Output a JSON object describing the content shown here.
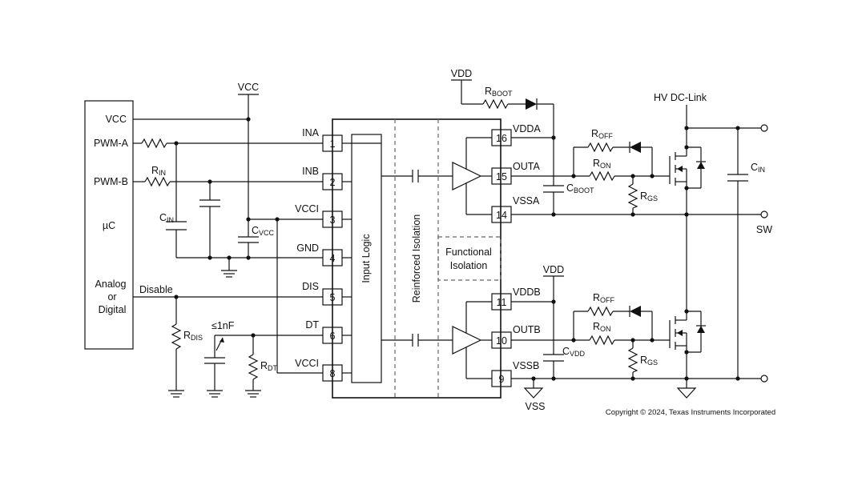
{
  "mcu": {
    "vcc": "VCC",
    "pwm_a": "PWM-A",
    "pwm_b": "PWM-B",
    "uc": "µC",
    "analog_or_digital": [
      "Analog",
      "or",
      "Digital"
    ]
  },
  "nets": {
    "vcc_top": "VCC",
    "vdd_boot": "VDD",
    "vdd_b": "VDD",
    "hv_dc_link": "HV DC-Link",
    "sw": "SW",
    "vss": "VSS",
    "disable": "Disable"
  },
  "components": {
    "r_in": "R",
    "r_in_sub": "IN",
    "c_in_left": "C",
    "c_in_left_sub": "IN",
    "c_vcc": "C",
    "c_vcc_sub": "VCC",
    "r_dis": "R",
    "r_dis_sub": "DIS",
    "c_dt": "≤1nF",
    "r_dt": "R",
    "r_dt_sub": "DT",
    "r_boot": "R",
    "r_boot_sub": "BOOT",
    "c_boot": "C",
    "c_boot_sub": "BOOT",
    "c_vdd": "C",
    "c_vdd_sub": "VDD",
    "r_off_a": "R",
    "r_off_a_sub": "OFF",
    "r_on_a": "R",
    "r_on_a_sub": "ON",
    "r_gs_a": "R",
    "r_gs_a_sub": "GS",
    "r_off_b": "R",
    "r_off_b_sub": "OFF",
    "r_on_b": "R",
    "r_on_b_sub": "ON",
    "r_gs_b": "R",
    "r_gs_b_sub": "GS",
    "c_in_right": "C",
    "c_in_right_sub": "IN"
  },
  "ic": {
    "input_logic": "Input Logic",
    "reinforced_isolation": "Reinforced Isolation",
    "functional_isolation": [
      "Functional",
      "Isolation"
    ],
    "left_pins": [
      {
        "num": "1",
        "name": "INA"
      },
      {
        "num": "2",
        "name": "INB"
      },
      {
        "num": "3",
        "name": "VCCI"
      },
      {
        "num": "4",
        "name": "GND"
      },
      {
        "num": "5",
        "name": "DIS"
      },
      {
        "num": "6",
        "name": "DT"
      },
      {
        "num": "8",
        "name": "VCCI"
      }
    ],
    "right_pins": [
      {
        "num": "16",
        "name": "VDDA"
      },
      {
        "num": "15",
        "name": "OUTA"
      },
      {
        "num": "14",
        "name": "VSSA"
      },
      {
        "num": "11",
        "name": "VDDB"
      },
      {
        "num": "10",
        "name": "OUTB"
      },
      {
        "num": "9",
        "name": "VSSB"
      }
    ]
  },
  "copyright": "Copyright © 2024, Texas Instruments Incorporated"
}
